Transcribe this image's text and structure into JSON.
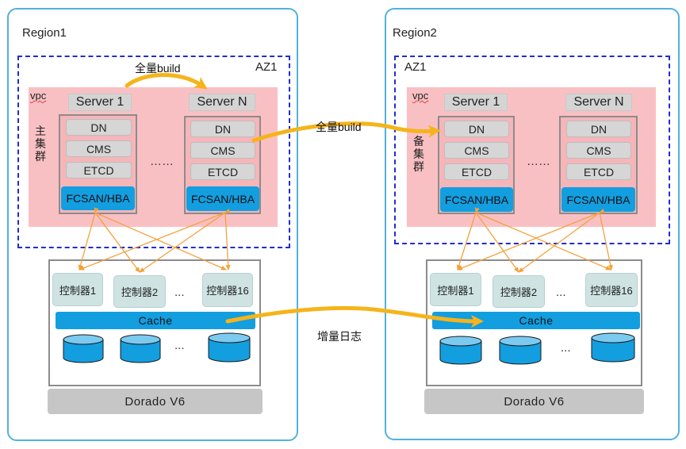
{
  "colors": {
    "region_border": "#4fb2dd",
    "az_border": "#1f2ecf",
    "vpc_fill": "#f9c0c4",
    "fcsan_fill": "#139ee0",
    "controller_fill": "#cfe3e3",
    "dorado_fill": "#c6c6c6",
    "flow_arrow": "#f6b41a",
    "link_arrow": "#f5a13a"
  },
  "regions": [
    {
      "label": "Region1",
      "az_label": "AZ1",
      "vpc_label": "vpc",
      "cluster_label": "主\n集\n群",
      "servers": [
        {
          "title": "Server 1",
          "components": [
            "DN",
            "CMS",
            "ETCD"
          ],
          "hba": "FCSAN/HBA"
        },
        {
          "title": "Server N",
          "components": [
            "DN",
            "CMS",
            "ETCD"
          ],
          "hba": "FCSAN/HBA"
        }
      ],
      "server_gap": "……",
      "controllers": [
        "控制器1",
        "控制器2",
        "控制器16"
      ],
      "controller_gap": "...",
      "cache_label": "Cache",
      "disk_gap": "...",
      "storage_label": "Dorado V6",
      "internal_flow_label": "全量build"
    },
    {
      "label": "Region2",
      "az_label": "AZ1",
      "vpc_label": "vpc",
      "cluster_label": "备\n集\n群",
      "servers": [
        {
          "title": "Server 1",
          "components": [
            "DN",
            "CMS",
            "ETCD"
          ],
          "hba": "FCSAN/HBA"
        },
        {
          "title": "Server N",
          "components": [
            "DN",
            "CMS",
            "ETCD"
          ],
          "hba": "FCSAN/HBA"
        }
      ],
      "server_gap": "……",
      "controllers": [
        "控制器1",
        "控制器2",
        "控制器16"
      ],
      "controller_gap": "...",
      "cache_label": "Cache",
      "disk_gap": "...",
      "storage_label": "Dorado V6"
    }
  ],
  "flows": {
    "cross_build_label": "全量build",
    "incremental_log_label": "增量日志"
  }
}
